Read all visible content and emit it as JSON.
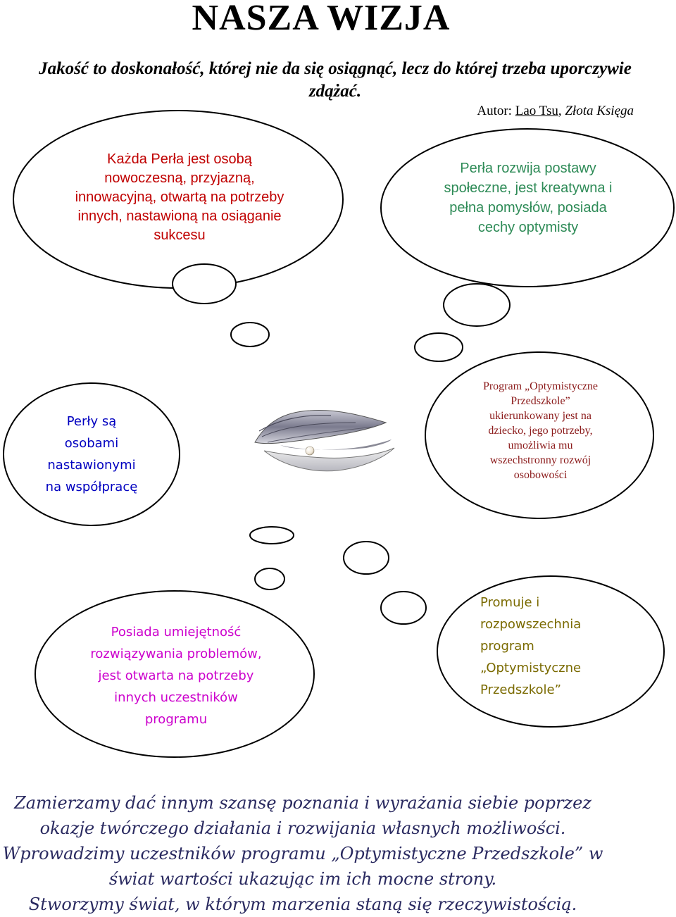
{
  "header": {
    "title": "NASZA  WIZJA",
    "quote": "Jakość to doskonałość, której nie da się osiągnąć, lecz do której trzeba uporczywie zdążać.",
    "author_prefix": "Autor: ",
    "author_name": "Lao Tsu",
    "author_sep": ", ",
    "author_book": "Złota Księga"
  },
  "bubbles": {
    "top_left": [
      "Każda Perła jest osobą",
      "nowoczesną, przyjazną,",
      "innowacyjną, otwartą na potrzeby",
      "innych, nastawioną na osiąganie",
      "sukcesu"
    ],
    "top_right": [
      "Perła rozwija postawy",
      "społeczne, jest kreatywna i",
      "pełna pomysłów, posiada",
      "cechy optymisty"
    ],
    "middle_left": [
      "Perły są",
      "osobami",
      "nastawionymi",
      "na współpracę"
    ],
    "middle_right": [
      "Program „Optymistyczne",
      "Przedszkole”",
      "ukierunkowany jest na",
      "dziecko, jego potrzeby,",
      "umożliwia mu",
      "wszechstronny rozwój",
      "osobowości"
    ],
    "bottom_left": [
      "Posiada umiejętność",
      "rozwiązywania problemów,",
      "jest otwarta na potrzeby",
      "innych uczestników",
      "programu"
    ],
    "bottom_right": [
      "Promuje i",
      "rozpowszechnia",
      "program",
      "„Optymistyczne",
      "Przedszkole”"
    ]
  },
  "closing": [
    "Zamierzamy dać innym szansę poznania i wyrażania siebie poprzez",
    "okazje twórczego działania i rozwijania własnych możliwości.",
    "Wprowadzimy uczestników programu „Optymistyczne Przedszkole” w",
    "świat wartości ukazując im ich mocne strony.",
    "Stworzymy świat, w którym marzenia staną się rzeczywistością."
  ],
  "image": {
    "name": "pearl-oyster-image"
  }
}
